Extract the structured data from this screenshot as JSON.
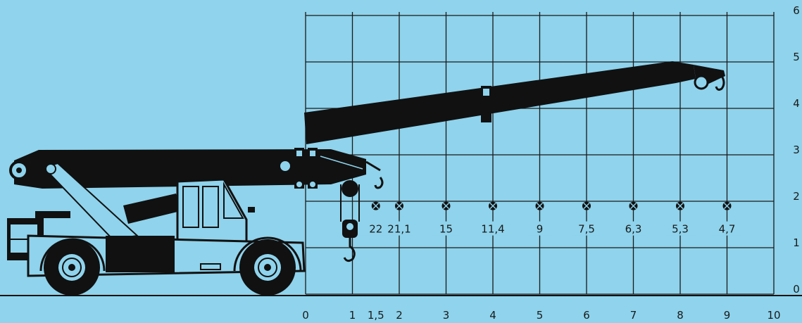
{
  "colors": {
    "background": "#8fd3ec",
    "ink": "#111111",
    "grid": "#1a1a1a"
  },
  "chart_data": {
    "type": "table",
    "x_ticks": [
      "0",
      "1",
      "1,5",
      "2",
      "3",
      "4",
      "5",
      "6",
      "7",
      "8",
      "9",
      "10"
    ],
    "y_ticks": [
      "0",
      "1",
      "2",
      "3",
      "4",
      "5",
      "6"
    ],
    "xlim": [
      0,
      10
    ],
    "ylim": [
      0,
      6
    ],
    "grid": true,
    "load_points": [
      {
        "x": 1.5,
        "y": 1.9,
        "label": "22"
      },
      {
        "x": 2,
        "y": 1.9,
        "label": "21,1"
      },
      {
        "x": 3,
        "y": 1.9,
        "label": "15"
      },
      {
        "x": 4,
        "y": 1.9,
        "label": "11,4"
      },
      {
        "x": 5,
        "y": 1.9,
        "label": "9"
      },
      {
        "x": 6,
        "y": 1.9,
        "label": "7,5"
      },
      {
        "x": 7,
        "y": 1.9,
        "label": "6,3"
      },
      {
        "x": 8,
        "y": 1.9,
        "label": "5,3"
      },
      {
        "x": 9,
        "y": 1.9,
        "label": "4,7"
      }
    ]
  }
}
